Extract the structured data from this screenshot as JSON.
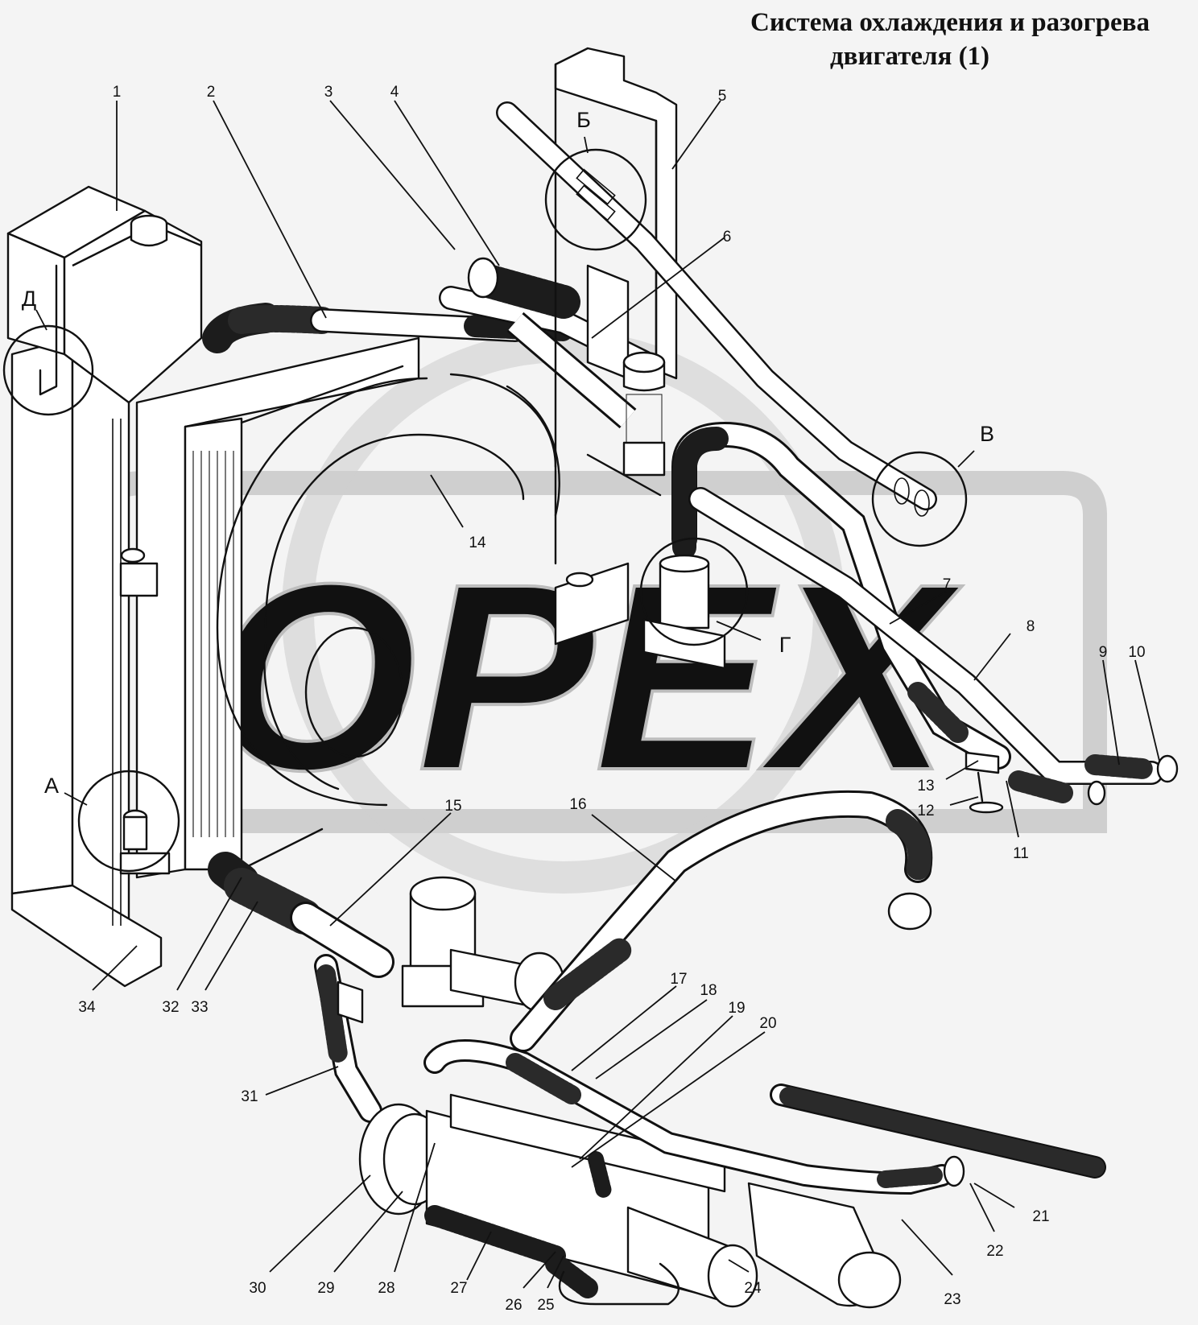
{
  "title": {
    "line1": "Система охлаждения и разогрева",
    "line2": "двигателя  (1)"
  },
  "watermark": {
    "text": "OPEX",
    "color": "#cfcfcf"
  },
  "detail_views": [
    "А",
    "Б",
    "В",
    "Г",
    "Д"
  ],
  "callouts": [
    "1",
    "2",
    "3",
    "4",
    "5",
    "6",
    "7",
    "8",
    "9",
    "10",
    "11",
    "12",
    "13",
    "14",
    "15",
    "16",
    "17",
    "18",
    "19",
    "20",
    "21",
    "22",
    "23",
    "24",
    "25",
    "26",
    "27",
    "28",
    "29",
    "30",
    "31",
    "32",
    "33",
    "34"
  ]
}
